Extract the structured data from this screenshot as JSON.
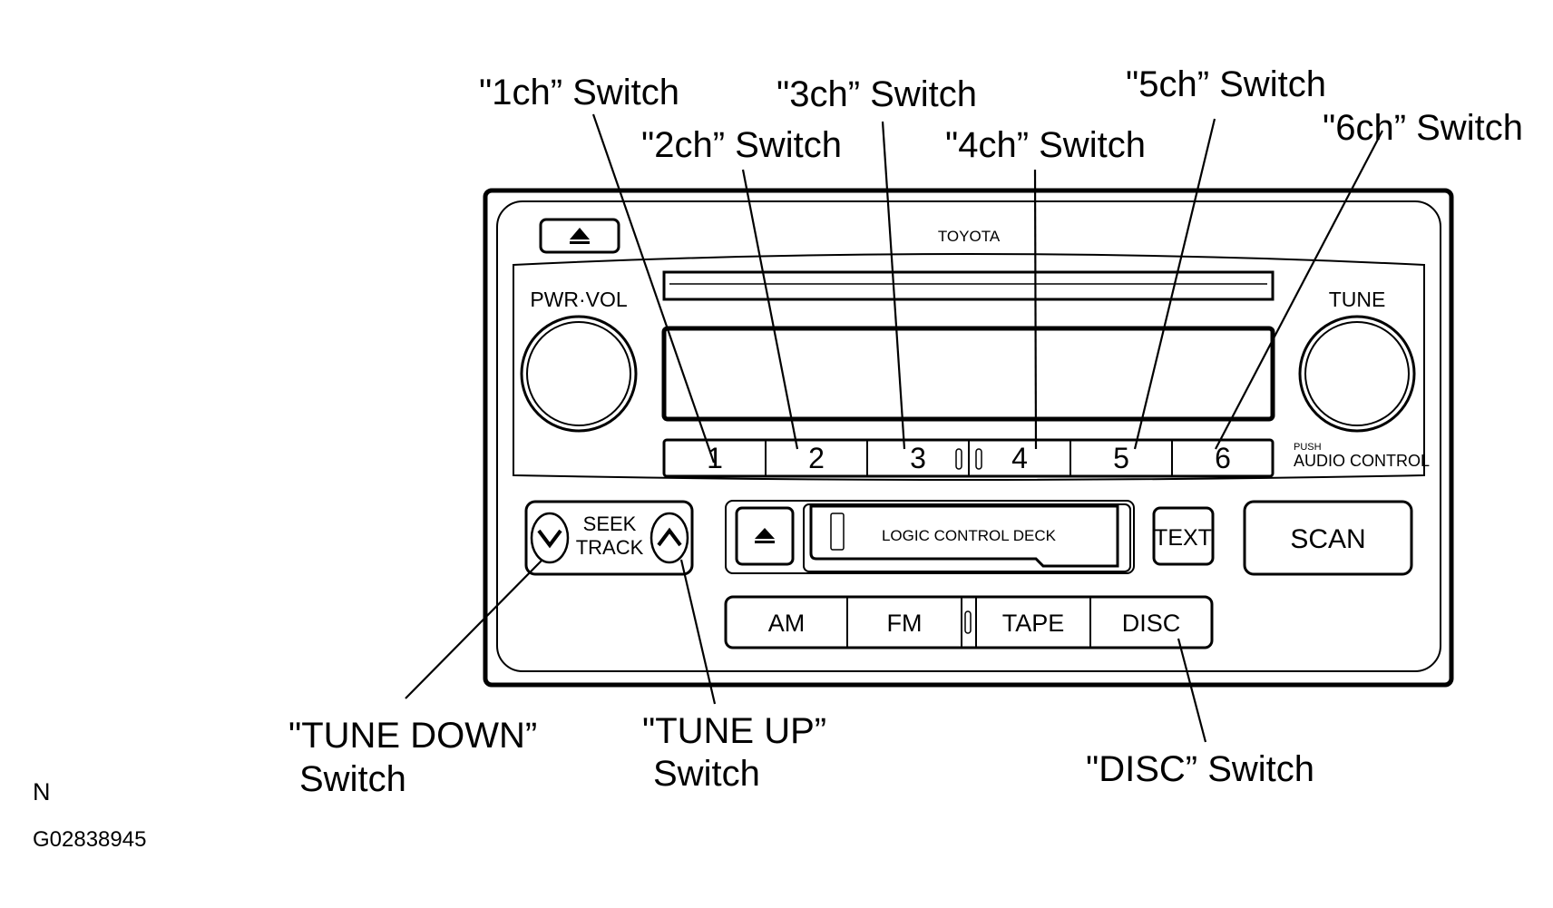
{
  "callouts": {
    "ch1": "\"1ch” Switch",
    "ch2": "\"2ch” Switch",
    "ch3": "\"3ch” Switch",
    "ch4": "\"4ch” Switch",
    "ch5": "\"5ch” Switch",
    "ch6": "\"6ch” Switch",
    "tune_down_line1": "\"TUNE DOWN”",
    "tune_down_line2": "Switch",
    "tune_up_line1": "\"TUNE UP”",
    "tune_up_line2": "Switch",
    "disc": "\"DISC” Switch"
  },
  "panel": {
    "brand": "TOYOTA",
    "pwr_vol": "PWR·VOL",
    "tune": "TUNE",
    "push": "PUSH",
    "audio_control": "AUDIO CONTROL",
    "presets": [
      "1",
      "2",
      "3",
      "4",
      "5",
      "6"
    ],
    "seek": "SEEK",
    "track": "TRACK",
    "deck": "LOGIC CONTROL DECK",
    "text": "TEXT",
    "scan": "SCAN",
    "sources": [
      "AM",
      "FM",
      "TAPE",
      "DISC"
    ]
  },
  "footer": {
    "letter": "N",
    "figure_id": "G02838945"
  }
}
